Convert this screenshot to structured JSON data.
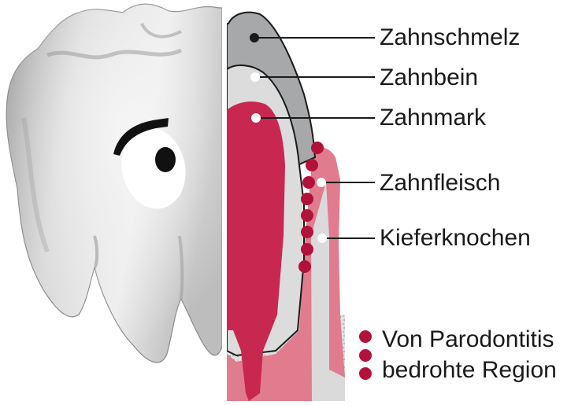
{
  "labels": {
    "enamel": "Zahnschmelz",
    "dentin": "Zahnbein",
    "pulp": "Zahnmark",
    "gum": "Zahnfleisch",
    "jawbone": "Kieferknochen"
  },
  "legend": {
    "line1": "Von Parodontitis",
    "line2": "bedrohte Region"
  },
  "colors": {
    "enamel": "#a7a8aa",
    "dentin": "#dcdcdc",
    "pulp": "#c8284f",
    "gum": "#e07c8e",
    "dots": "#b1123a",
    "bone": "#d4d4d4"
  },
  "icons": [
    "tooth-cartoon-icon",
    "eye-icon",
    "eyebrow-icon"
  ]
}
